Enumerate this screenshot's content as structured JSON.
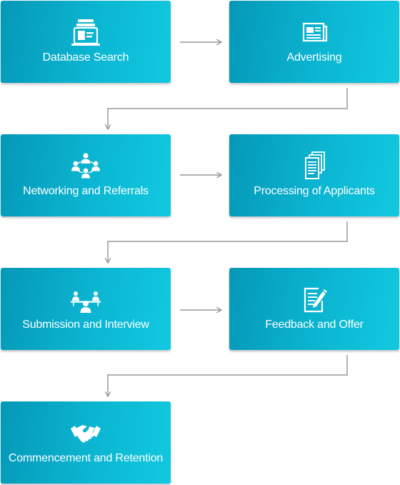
{
  "steps": [
    {
      "label": "Database Search",
      "icon": "database-search-icon"
    },
    {
      "label": "Advertising",
      "icon": "newspaper-icon"
    },
    {
      "label": "Networking and Referrals",
      "icon": "network-people-icon"
    },
    {
      "label": "Processing of Applicants",
      "icon": "documents-icon"
    },
    {
      "label": "Submission and Interview",
      "icon": "interview-table-icon"
    },
    {
      "label": "Feedback and Offer",
      "icon": "edit-document-icon"
    },
    {
      "label": "Commencement and Retention",
      "icon": "handshake-icon"
    }
  ],
  "colors": {
    "box_gradient_start": "#0598b8",
    "box_gradient_end": "#12c9e1",
    "connector": "#999999",
    "text": "#ffffff"
  }
}
